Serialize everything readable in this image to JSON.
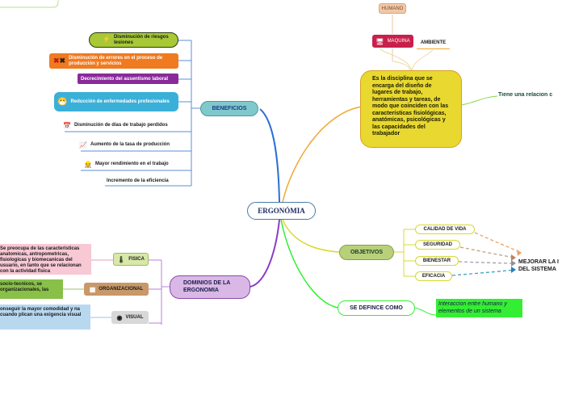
{
  "center": {
    "label": "ERGONÓMIA"
  },
  "branches": {
    "definition": {
      "text": "Es la disciplina que se encarga del diseño de lugares de trabajo, herramientas y tareas, de modo que coinciden con las características fisiológicas, anatómicas, psicológicas y las capacidades del trabajador",
      "sub": {
        "humano": "HUMANO",
        "maquina": "MAQUINA",
        "ambiente": "AMBIENTE"
      },
      "relation": "Tiene una relacion c"
    },
    "beneficios": {
      "label": "BENEFICIOS",
      "items": [
        "Disminución de riesgos lesiones",
        "Disminución de errores en el proceso de producción y servicios",
        "Decrecimiento del ausentismo laboral",
        "Reducción de enfermedades profesionales",
        "Disminución de días de trabajo perdidos",
        "Aumento de la tasa de producción",
        "Mayor rendimiento en el trabajo",
        "Incremento de la eficiencia"
      ]
    },
    "dominios": {
      "label": "DOMINIOS DE LA ERGONOMIA",
      "fisica": {
        "label": "FISICA",
        "desc": "Se preocupa de las caracteristicas anatomicas, antropometricas, fisiologicas y biomecanicas del usuario, en tanto que se relacionan con la actividad fisica"
      },
      "organizacional": {
        "label": "ORGANIZACIONAL",
        "desc": "socio-tecnicos, se organizacionales, las"
      },
      "visual": {
        "label": "VISUAL",
        "desc": "onseguir la mayor comodidad y na cuando plican una exigencia visual"
      }
    },
    "objetivos": {
      "label": "OBJETIVOS",
      "items": [
        "CALIDAD DE VIDA",
        "SEGURIDAD",
        "BIENESTAR",
        "EFICACIA"
      ],
      "target": "MEJORAR LA I DEL SISTEMA"
    },
    "definition_como": {
      "label": "SE DEFINCE COMO",
      "text": "Interaccion entre humano y elementos de un sistema"
    }
  },
  "colors": {
    "beneficios": "#7fc8cc",
    "dominios": "#d9b8e6",
    "objetivos": "#b8d07a",
    "definicion": "#e8d830",
    "definicion_green": "#33ee33"
  }
}
